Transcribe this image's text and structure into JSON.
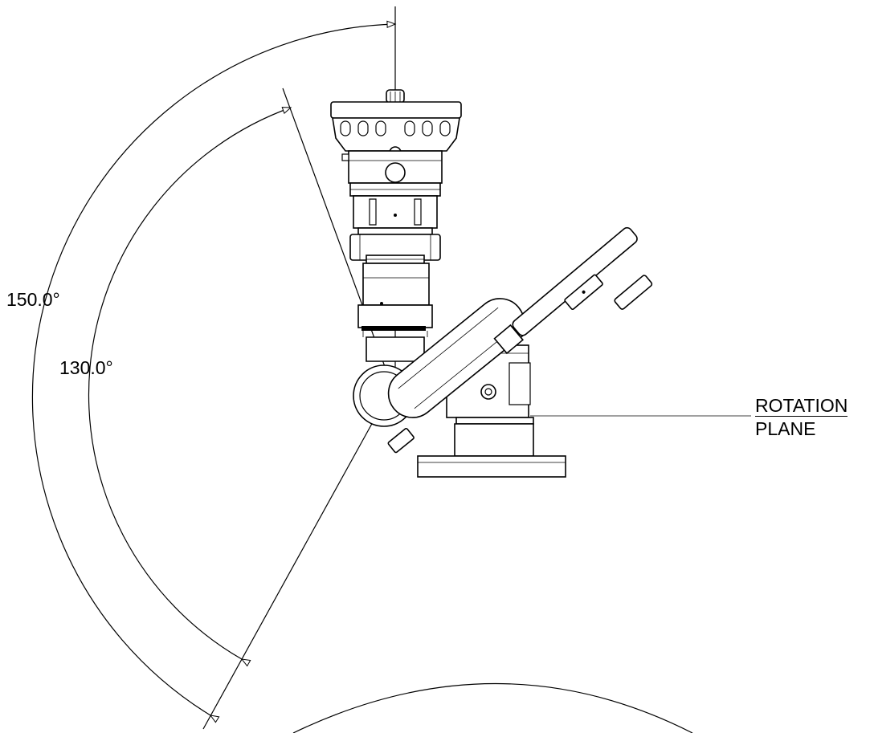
{
  "labels": {
    "angle_outer": "150.0°",
    "angle_inner": "130.0°",
    "plane_line1": "ROTATION",
    "plane_line2": "PLANE"
  }
}
